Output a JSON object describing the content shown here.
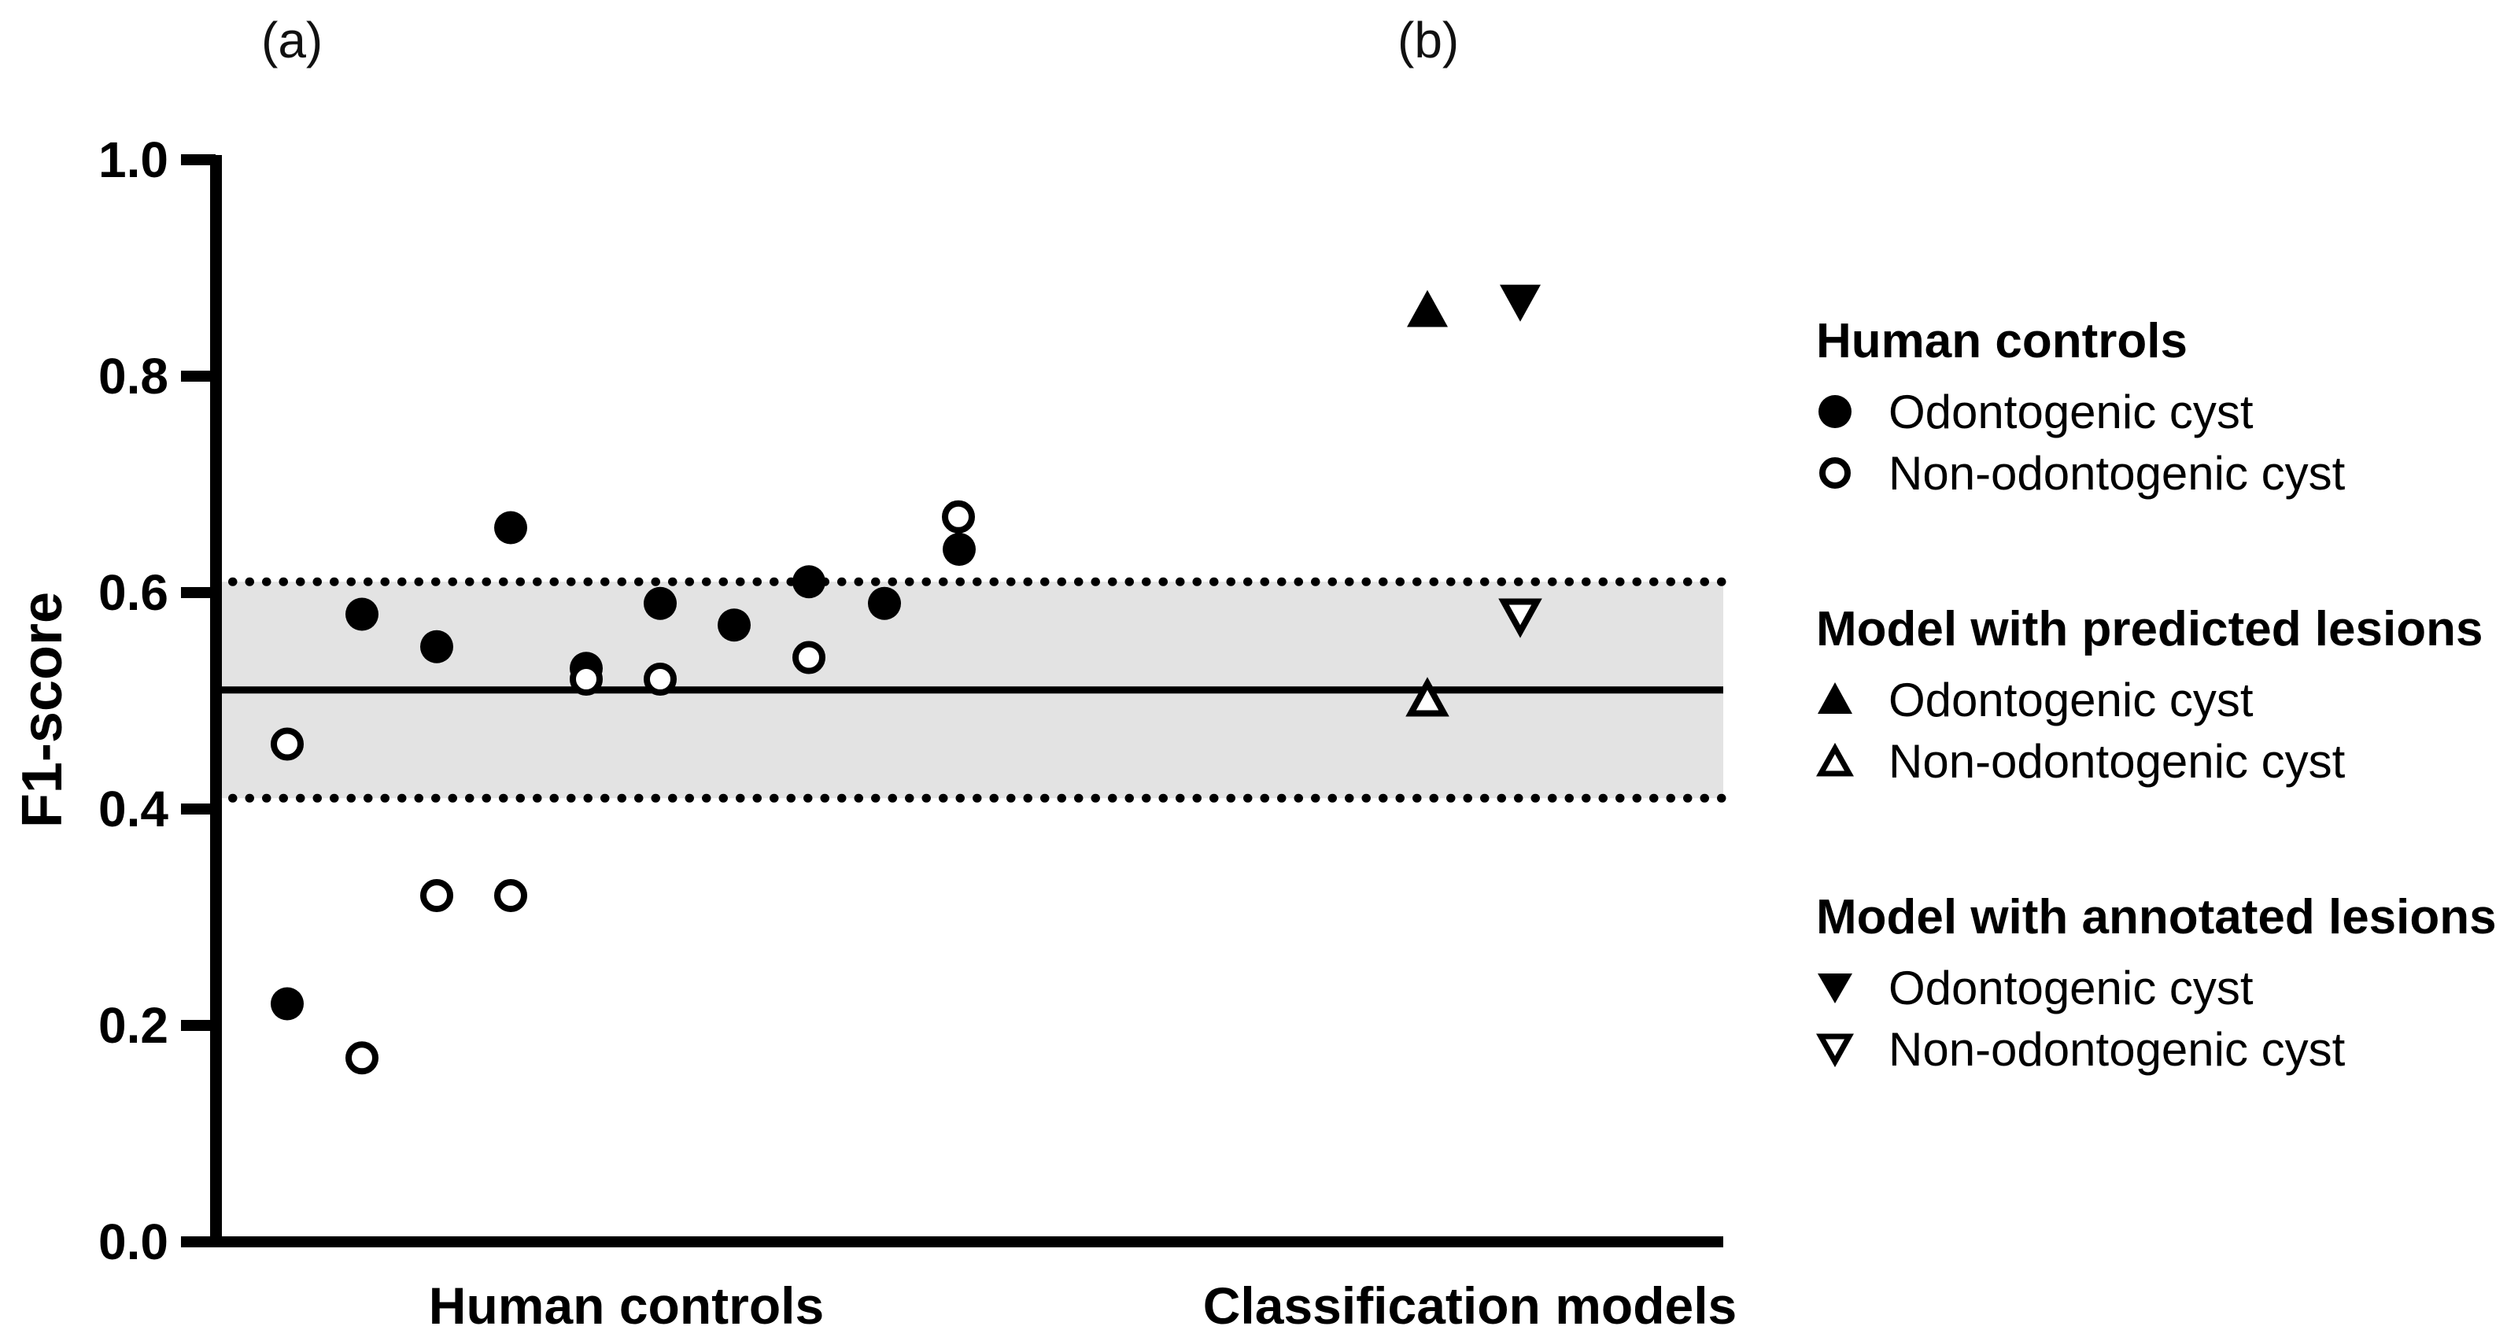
{
  "figure": {
    "panel_a_label": "(a)",
    "panel_b_label": "(b)"
  },
  "legend": {
    "groups": [
      {
        "title": "Human controls",
        "items": [
          {
            "marker": "filled-circle",
            "label": "Odontogenic cyst"
          },
          {
            "marker": "open-circle",
            "label": "Non-odontogenic cyst"
          }
        ]
      },
      {
        "title": "Model with predicted lesions",
        "items": [
          {
            "marker": "filled-triangle-up",
            "label": "Odontogenic cyst"
          },
          {
            "marker": "open-triangle-up",
            "label": "Non-odontogenic cyst"
          }
        ]
      },
      {
        "title": "Model with annotated lesions",
        "items": [
          {
            "marker": "filled-triangle-down",
            "label": "Odontogenic cyst"
          },
          {
            "marker": "open-triangle-down",
            "label": "Non-odontogenic cyst"
          }
        ]
      }
    ]
  },
  "chart_data": {
    "type": "scatter",
    "title": "",
    "ylabel": "F1-score",
    "ylim": [
      0.0,
      1.0
    ],
    "yticks": [
      1.0,
      0.8,
      0.6,
      0.4,
      0.2,
      0.0
    ],
    "ytick_labels": [
      "1.0",
      "0.8",
      "0.6",
      "0.4",
      "0.2",
      "0.0"
    ],
    "categories": [
      "Human controls",
      "Classification models"
    ],
    "grid": false,
    "legend_position": "right",
    "reference_band": {
      "low": 0.41,
      "high": 0.61,
      "mean": 0.51,
      "band_color": "#e3e3e3",
      "border_style": "dotted",
      "mean_line_style": "solid"
    },
    "series": [
      {
        "name": "Human controls — Odontogenic cyst",
        "marker": "filled-circle",
        "points": [
          {
            "x": 365,
            "f1": 0.22
          },
          {
            "x": 460,
            "f1": 0.58
          },
          {
            "x": 555,
            "f1": 0.55
          },
          {
            "x": 649,
            "f1": 0.66
          },
          {
            "x": 745,
            "f1": 0.53
          },
          {
            "x": 839,
            "f1": 0.59
          },
          {
            "x": 933,
            "f1": 0.57
          },
          {
            "x": 1028,
            "f1": 0.61
          },
          {
            "x": 1124,
            "f1": 0.59
          },
          {
            "x": 1219,
            "f1": 0.64
          }
        ]
      },
      {
        "name": "Human controls — Non-odontogenic cyst",
        "marker": "open-circle",
        "points": [
          {
            "x": 365,
            "f1": 0.46
          },
          {
            "x": 460,
            "f1": 0.17
          },
          {
            "x": 555,
            "f1": 0.32
          },
          {
            "x": 649,
            "f1": 0.32
          },
          {
            "x": 745,
            "f1": 0.52
          },
          {
            "x": 839,
            "f1": 0.52
          },
          {
            "x": 1028,
            "f1": 0.54
          },
          {
            "x": 1218,
            "f1": 0.67
          }
        ]
      },
      {
        "name": "Model with predicted lesions — Odontogenic cyst",
        "marker": "filled-triangle-up",
        "points": [
          {
            "x": 1814,
            "f1": 0.86
          }
        ]
      },
      {
        "name": "Model with predicted lesions — Non-odontogenic cyst",
        "marker": "open-triangle-up",
        "points": [
          {
            "x": 1814,
            "f1": 0.5
          }
        ]
      },
      {
        "name": "Model with annotated lesions — Odontogenic cyst",
        "marker": "filled-triangle-down",
        "points": [
          {
            "x": 1932,
            "f1": 0.87
          }
        ]
      },
      {
        "name": "Model with annotated lesions — Non-odontogenic cyst",
        "marker": "open-triangle-down",
        "points": [
          {
            "x": 1932,
            "f1": 0.58
          }
        ]
      }
    ]
  }
}
